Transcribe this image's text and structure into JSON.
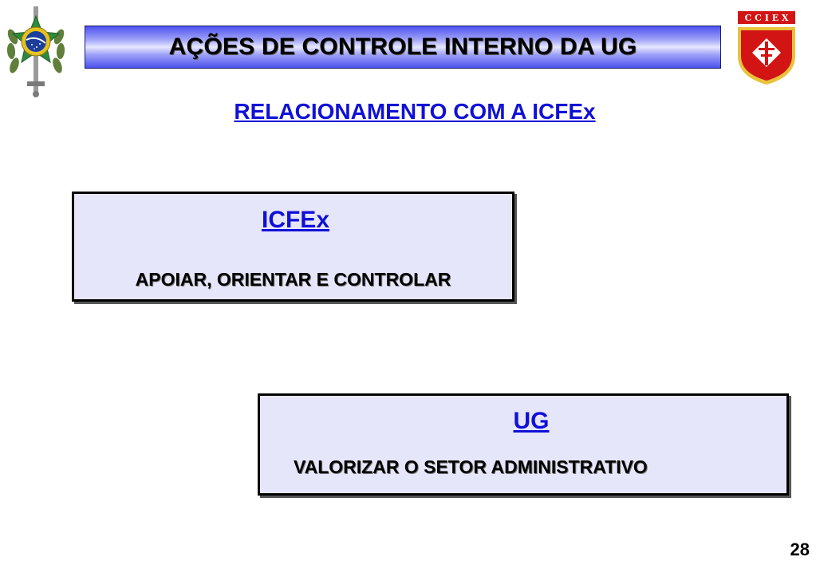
{
  "header": {
    "title": "AÇÕES DE CONTROLE INTERNO DA UG",
    "subtitle": "RELACIONAMENTO COM A ICFEx"
  },
  "logos": {
    "left": {
      "icon": "army-emblem-icon"
    },
    "right": {
      "icon": "cciex-shield-icon",
      "label": "C C I E X"
    }
  },
  "box_icfex": {
    "heading": "ICFEx",
    "text": "APOIAR, ORIENTAR E CONTROLAR"
  },
  "box_ug": {
    "heading": "UG",
    "text": "VALORIZAR O SETOR ADMINISTRATIVO"
  },
  "footer": {
    "page_number": "28"
  },
  "colors": {
    "heading_blue": "#1010d8",
    "box_fill": "#e6e6fb",
    "title_bar_dark": "#4d52ee",
    "shield_red": "#d21414"
  }
}
